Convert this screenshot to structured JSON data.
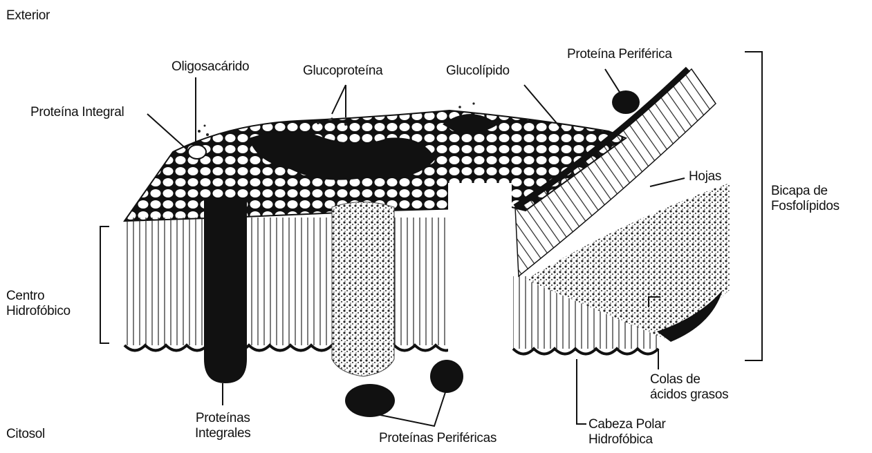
{
  "labels": {
    "exterior": "Exterior",
    "citosol": "Citosol",
    "oligosacarido": "Oligosacárido",
    "glucoproteina": "Glucoproteína",
    "glucolipido": "Glucolípido",
    "proteina_periferica": "Proteína Periférica",
    "proteina_integral": "Proteína Integral",
    "hojas": "Hojas",
    "bicapa_line1": "Bicapa de",
    "bicapa_line2": "Fosfolípidos",
    "centro_line1": "Centro",
    "centro_line2": "Hidrofóbico",
    "proteinas_integrales_line1": "Proteínas",
    "proteinas_integrales_line2": "Integrales",
    "proteinas_perifericas": "Proteínas Periféricas",
    "colas_line1": "Colas de",
    "colas_line2": "ácidos grasos",
    "cabeza_line1": "Cabeza Polar",
    "cabeza_line2": "Hidrofóbica"
  },
  "colors": {
    "ink": "#111111",
    "paper": "#ffffff",
    "head_fill": "#ffffff"
  }
}
